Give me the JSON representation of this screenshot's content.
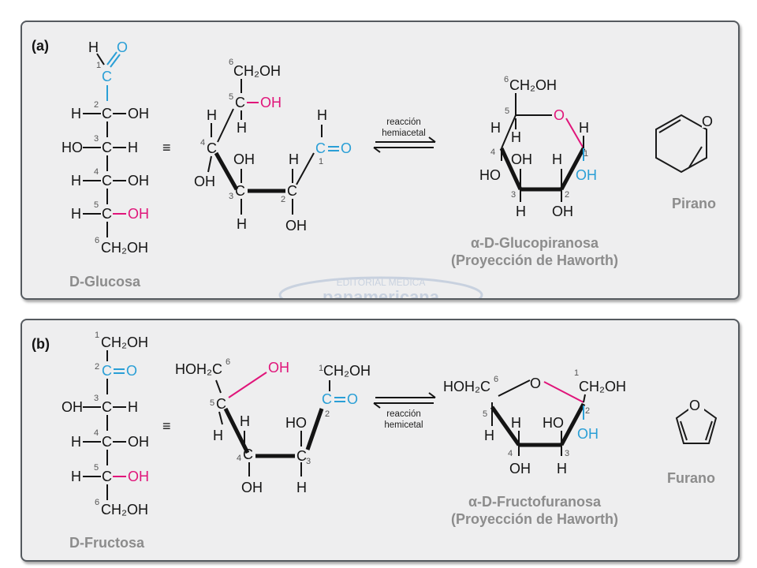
{
  "colors": {
    "aldehyde_blue": "#2a9fd6",
    "hydroxyl_pink": "#e0157a",
    "panel_bg": "#eeeeef",
    "caption_grey": "#8c8c8c"
  },
  "panel_a": {
    "tag": "(a)",
    "reaction_top": "reacción",
    "reaction_bottom": "hemiacetal",
    "equiv": "≡",
    "open_chain_caption": "D-Glucosa",
    "haworth_caption_1": "α-D-Glucopiranosa",
    "haworth_caption_2": "(Proyección de Haworth)",
    "ring_name": "Pirano",
    "ring_atom": "O",
    "watermark_1": "EDITORIAL MEDICA",
    "watermark_2": "panamericana"
  },
  "panel_b": {
    "tag": "(b)",
    "reaction_top": "reacción",
    "reaction_bottom": "hemicetal",
    "equiv": "≡",
    "open_chain_caption": "D-Fructosa",
    "haworth_caption_1": "α-D-Fructofuranosa",
    "haworth_caption_2": "(Proyección de Haworth)",
    "ring_name": "Furano",
    "ring_atom": "O"
  }
}
